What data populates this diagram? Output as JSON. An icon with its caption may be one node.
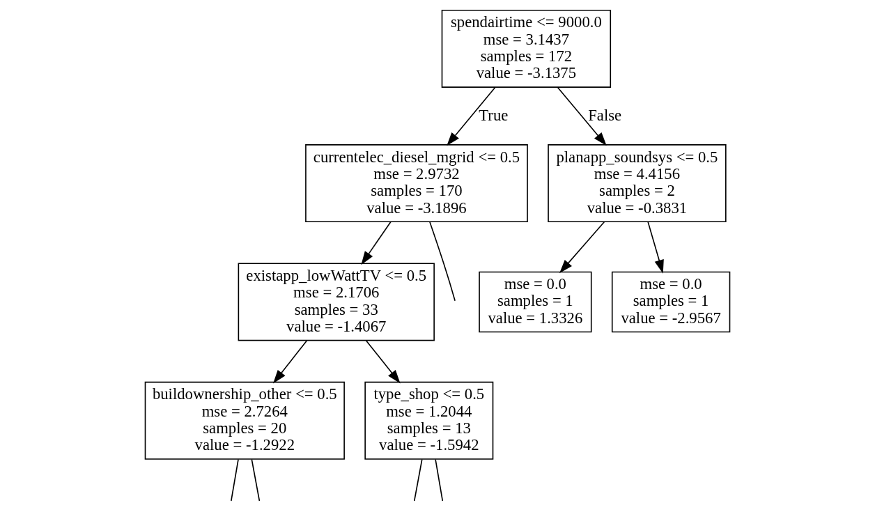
{
  "diagram": {
    "nodes": [
      {
        "text": [
          "spendairtime <= 9000.0",
          "mse = 3.1437",
          "samples = 172",
          "value = -3.1375"
        ]
      },
      {
        "text": [
          "currentelec_diesel_mgrid <= 0.5",
          "mse = 2.9732",
          "samples = 170",
          "value = -3.1896"
        ]
      },
      {
        "text": [
          "planapp_soundsys <= 0.5",
          "mse = 4.4156",
          "samples = 2",
          "value = -0.3831"
        ]
      },
      {
        "text": [
          "existapp_lowWattTV <= 0.5",
          "mse = 2.1706",
          "samples = 33",
          "value = -1.4067"
        ]
      },
      {
        "text": [
          "mse = 0.0",
          "samples = 1",
          "value = 1.3326"
        ]
      },
      {
        "text": [
          "mse = 0.0",
          "samples = 1",
          "value = -2.9567"
        ]
      },
      {
        "text": [
          "buildownership_other <= 0.5",
          "mse = 2.7264",
          "samples = 20",
          "value = -1.2922"
        ]
      },
      {
        "text": [
          "type_shop <= 0.5",
          "mse = 1.2044",
          "samples = 13",
          "value = -1.5942"
        ]
      }
    ],
    "edges": [
      {
        "from": 0,
        "to": 1,
        "arrow": "to",
        "label": "True"
      },
      {
        "from": 0,
        "to": 2,
        "arrow": "to",
        "label": "False"
      },
      {
        "from": 1,
        "to": null,
        "arrow": "none"
      },
      {
        "from": 1,
        "to": 3,
        "arrow": "to"
      },
      {
        "from": 2,
        "to": 4,
        "arrow": "to"
      },
      {
        "from": 2,
        "to": 5,
        "arrow": "to"
      },
      {
        "from": 3,
        "to": 6,
        "arrow": "to"
      },
      {
        "from": 3,
        "to": 7,
        "arrow": "to"
      },
      {
        "from": 6,
        "to": null,
        "arrow": "none"
      },
      {
        "from": 6,
        "to": null,
        "arrow": "none"
      },
      {
        "from": 7,
        "to": null,
        "arrow": "none"
      },
      {
        "from": 7,
        "to": null,
        "arrow": "none"
      }
    ]
  }
}
